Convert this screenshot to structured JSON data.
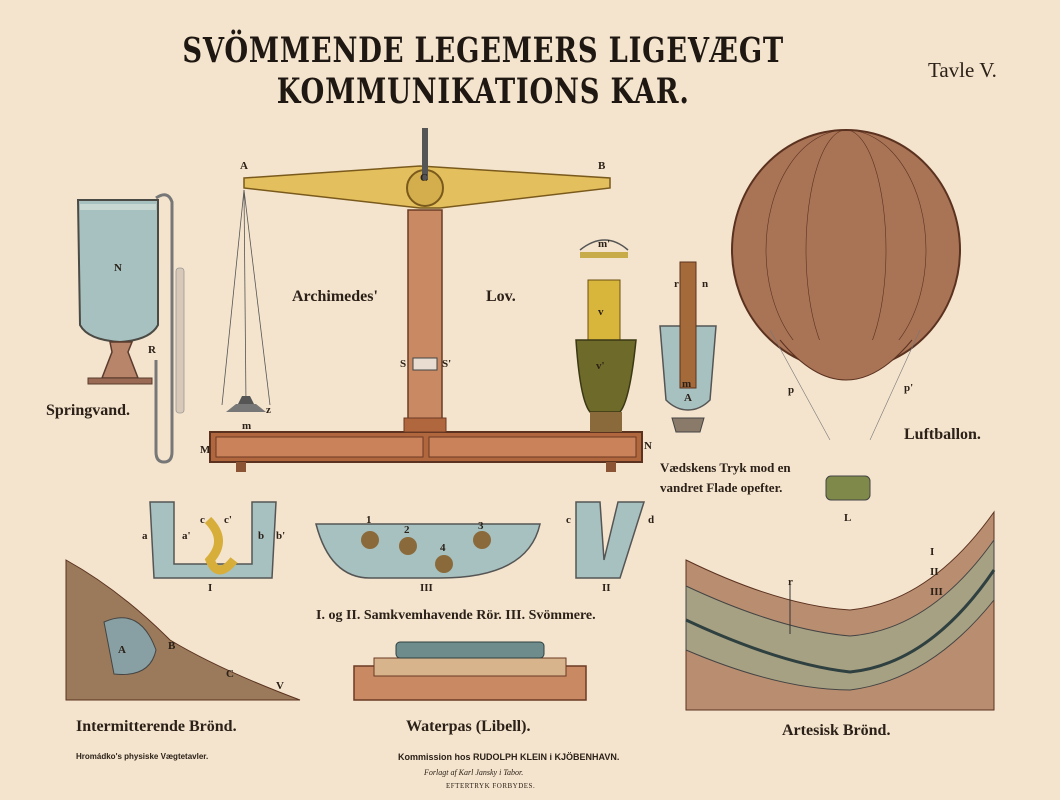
{
  "title": "SVÖMMENDE LEGEMERS LIGEVÆGT KOMMUNIKATIONS KAR.",
  "plate": "Tavle V.",
  "captions": {
    "springvand": "Springvand.",
    "archimedes": "Archimedes'",
    "lov": "Lov.",
    "luftballon": "Luftballon.",
    "pressure_line1": "Vædskens Tryk mod en",
    "pressure_line2": "vandret Flade opefter.",
    "vessels": "I. og II. Samkvemhavende Rör.  III. Svömmere.",
    "intermittent": "Intermitterende Brönd.",
    "waterpas": "Waterpas (Libell).",
    "artesian": "Artesisk Brönd."
  },
  "footer": {
    "series": "Hromádko's physiske Vægtetavler.",
    "commission": "Kommission hos RUDOLPH KLEIN i KJÖBENHAVN.",
    "publisher": "Forlagt af Karl Jansky i Tabor.",
    "rights": "EFTERTRYK FORBYDES."
  },
  "labels": {
    "N": "N",
    "R": "R",
    "A": "A",
    "B": "B",
    "C": "C",
    "m": "m",
    "z": "z",
    "M": "M",
    "N2": "N",
    "S": "S",
    "S2": "S'",
    "m2": "m'",
    "v": "v",
    "v2": "v'",
    "r": "r",
    "n": "n",
    "m3": "m",
    "A2": "A",
    "p": "p",
    "p2": "p'",
    "L": "L",
    "a": "a",
    "a2": "a'",
    "c": "c",
    "c2": "c'",
    "b": "b",
    "b2": "b'",
    "I": "I",
    "III": "III",
    "II": "II",
    "c3": "c",
    "d": "d",
    "one": "1",
    "two": "2",
    "three": "3",
    "four": "4",
    "A3": "A",
    "B2": "B",
    "C2": "C",
    "V": "V",
    "r2": "r",
    "rI": "I",
    "rII": "II",
    "rIII": "III"
  }
}
